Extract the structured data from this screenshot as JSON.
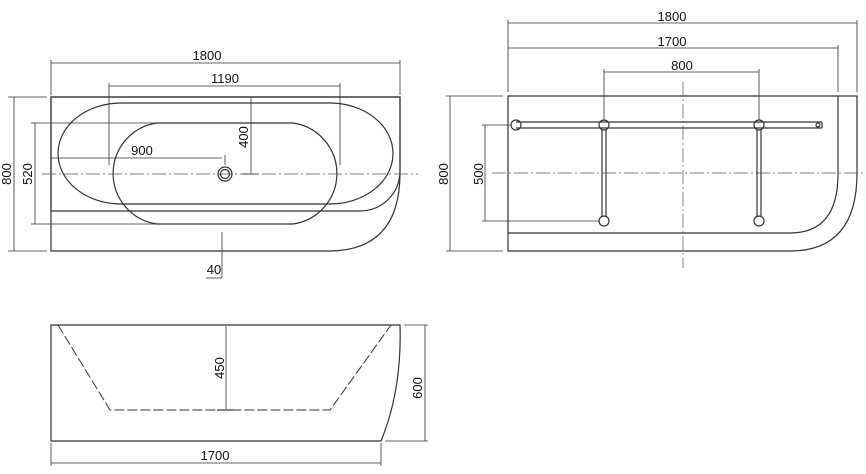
{
  "drawing": {
    "title": "Bathtub technical drawing",
    "units": "mm",
    "top_view": {
      "overall_length": "1800",
      "inner_length": "1190",
      "overall_width": "800",
      "inner_width": "520",
      "drain_offset_x": "900",
      "drain_offset_y": "400",
      "rim": "40"
    },
    "frame_view": {
      "overall_length": "1800",
      "frame_length": "1700",
      "support_spacing": "800",
      "overall_width": "800",
      "support_width": "500"
    },
    "side_view": {
      "length": "1700",
      "depth": "450",
      "height": "600"
    }
  }
}
